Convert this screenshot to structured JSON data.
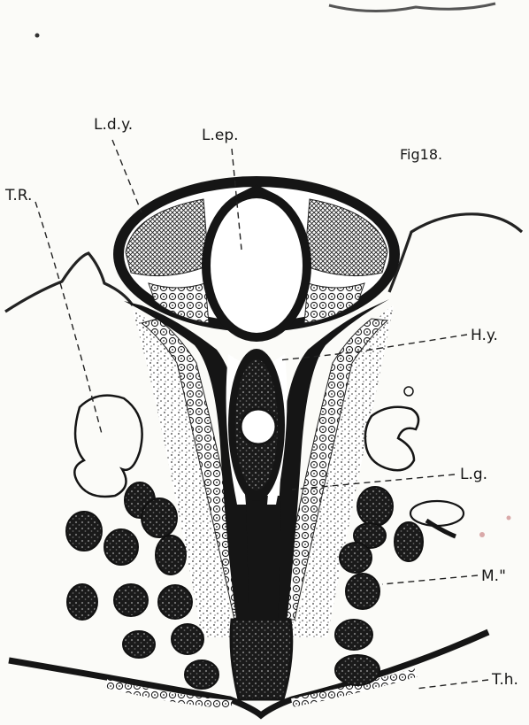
{
  "figure": {
    "title": "Fig18.",
    "labels": {
      "ldy": "L.d.y.",
      "lep": "L.ep.",
      "tr": "T.R.",
      "hy": "H.y.",
      "lg": "L.g.",
      "m": "M.\"",
      "th": "T.h."
    }
  },
  "colors": {
    "ink": "#161616",
    "paper": "#fbfbf8"
  }
}
